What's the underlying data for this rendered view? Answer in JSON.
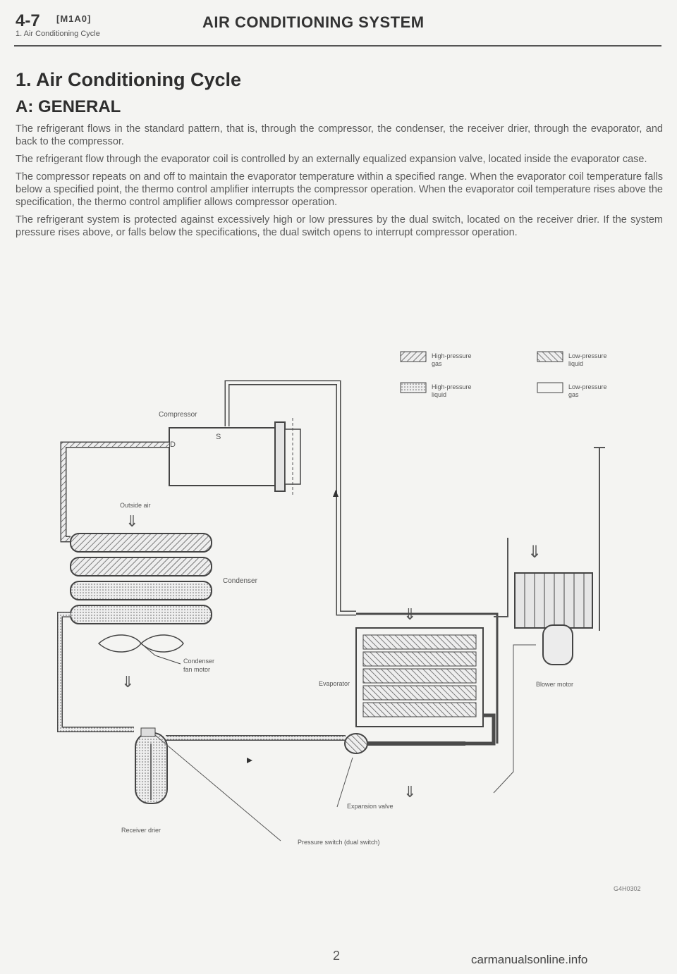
{
  "header": {
    "section_number": "4-7",
    "section_code": "[M1A0]",
    "subsection": "1. Air Conditioning Cycle",
    "title": "AIR CONDITIONING SYSTEM"
  },
  "heading": "1. Air Conditioning Cycle",
  "subheading": "A: GENERAL",
  "paragraphs": [
    "The refrigerant flows in the standard pattern, that is, through the compressor, the condenser, the receiver drier, through the evaporator, and back to the compressor.",
    "The refrigerant flow through the evaporator coil is controlled by an externally equalized expansion valve, located inside the evaporator case.",
    "The compressor repeats on and off to maintain the evaporator temperature within a specified range. When the evaporator coil temperature falls below a specified point, the thermo control amplifier interrupts the compressor operation. When the evaporator coil temperature rises above the specification, the thermo control amplifier allows compressor operation.",
    "The refrigerant system is protected against excessively high or low pressures by the dual switch, located on the receiver drier. If the system pressure rises above, or falls below the specifications, the dual switch opens to interrupt compressor operation."
  ],
  "legend": {
    "high_pressure_gas": [
      "High-pressure",
      "gas"
    ],
    "low_pressure_liquid": [
      "Low-pressure",
      "liquid"
    ],
    "high_pressure_liquid": [
      "High-pressure",
      "liquid"
    ],
    "low_pressure_gas": [
      "Low-pressure",
      "gas"
    ]
  },
  "labels": {
    "compressor": "Compressor",
    "discharge": "D",
    "suction": "S",
    "outside_air": "Outside air",
    "condenser": "Condenser",
    "condenser_fan_motor": [
      "Condenser",
      "fan motor"
    ],
    "evaporator": "Evaporator",
    "blower_motor": "Blower motor",
    "expansion_valve": "Expansion valve",
    "receiver_drier": "Receiver drier",
    "pressure_switch": "Pressure switch (dual switch)"
  },
  "figure_code": "G4H0302",
  "page_number": "2",
  "watermark": "carmanualsonline.info",
  "colors": {
    "line": "#4a4a4a",
    "fill": "#d8d8d8"
  }
}
